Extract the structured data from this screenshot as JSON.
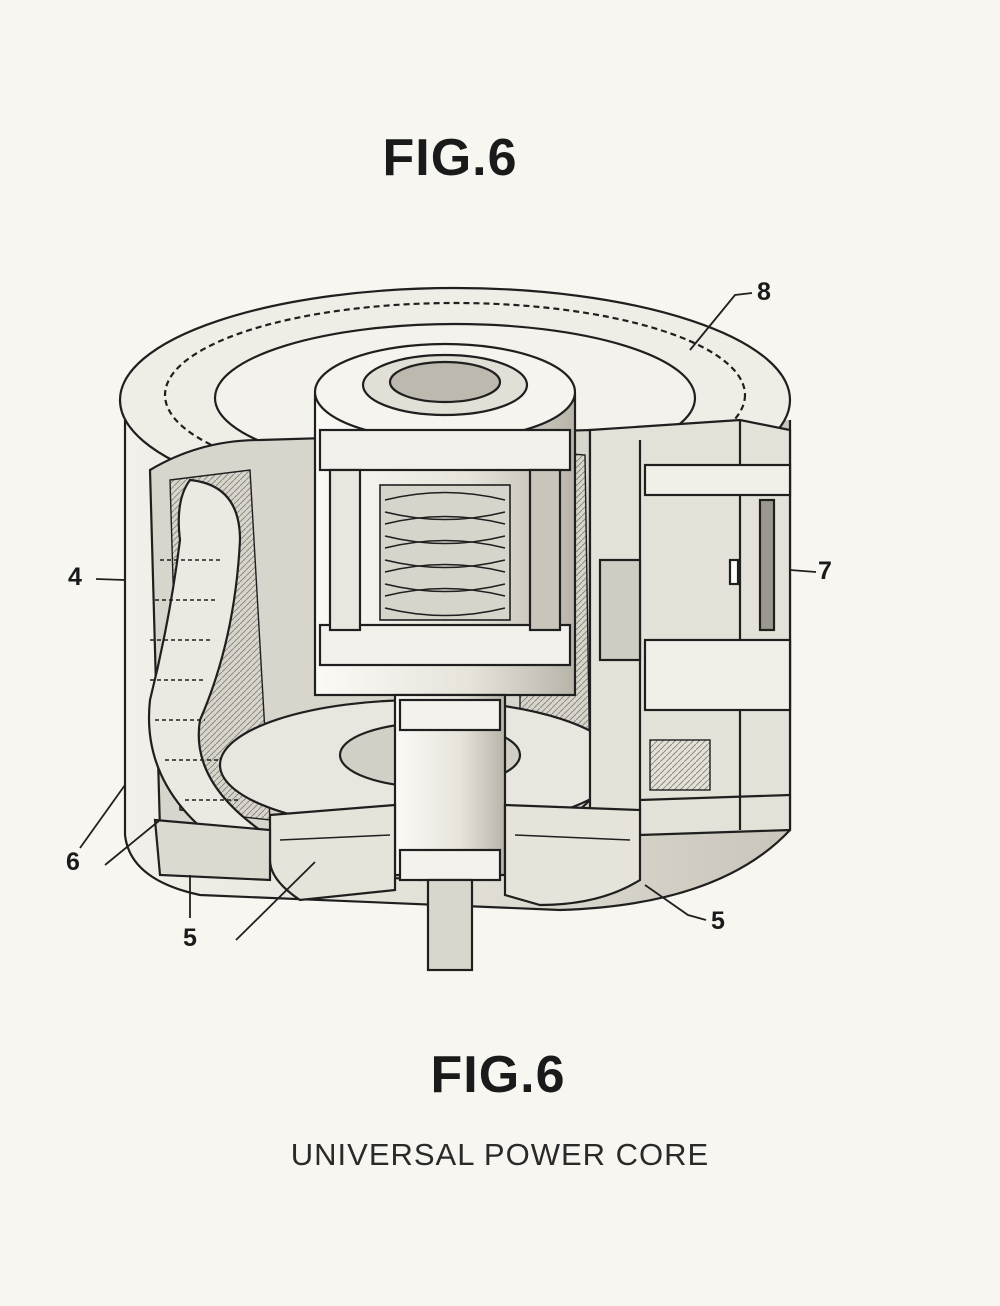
{
  "figure": {
    "title_top": "FIG.6",
    "title_bottom": "FIG.6",
    "caption": "UNIVERSAL POWER CORE"
  },
  "reference_numerals": {
    "r8": "8",
    "r7": "7",
    "r4": "4",
    "r6": "6",
    "r5_left": "5",
    "r5_right": "5"
  },
  "colors": {
    "line": "#1f1f1f",
    "paper": "#f7f6f1",
    "shade_light": "#e9e7df",
    "shade_mid": "#cfccc3",
    "shade_dark": "#9c9890"
  }
}
